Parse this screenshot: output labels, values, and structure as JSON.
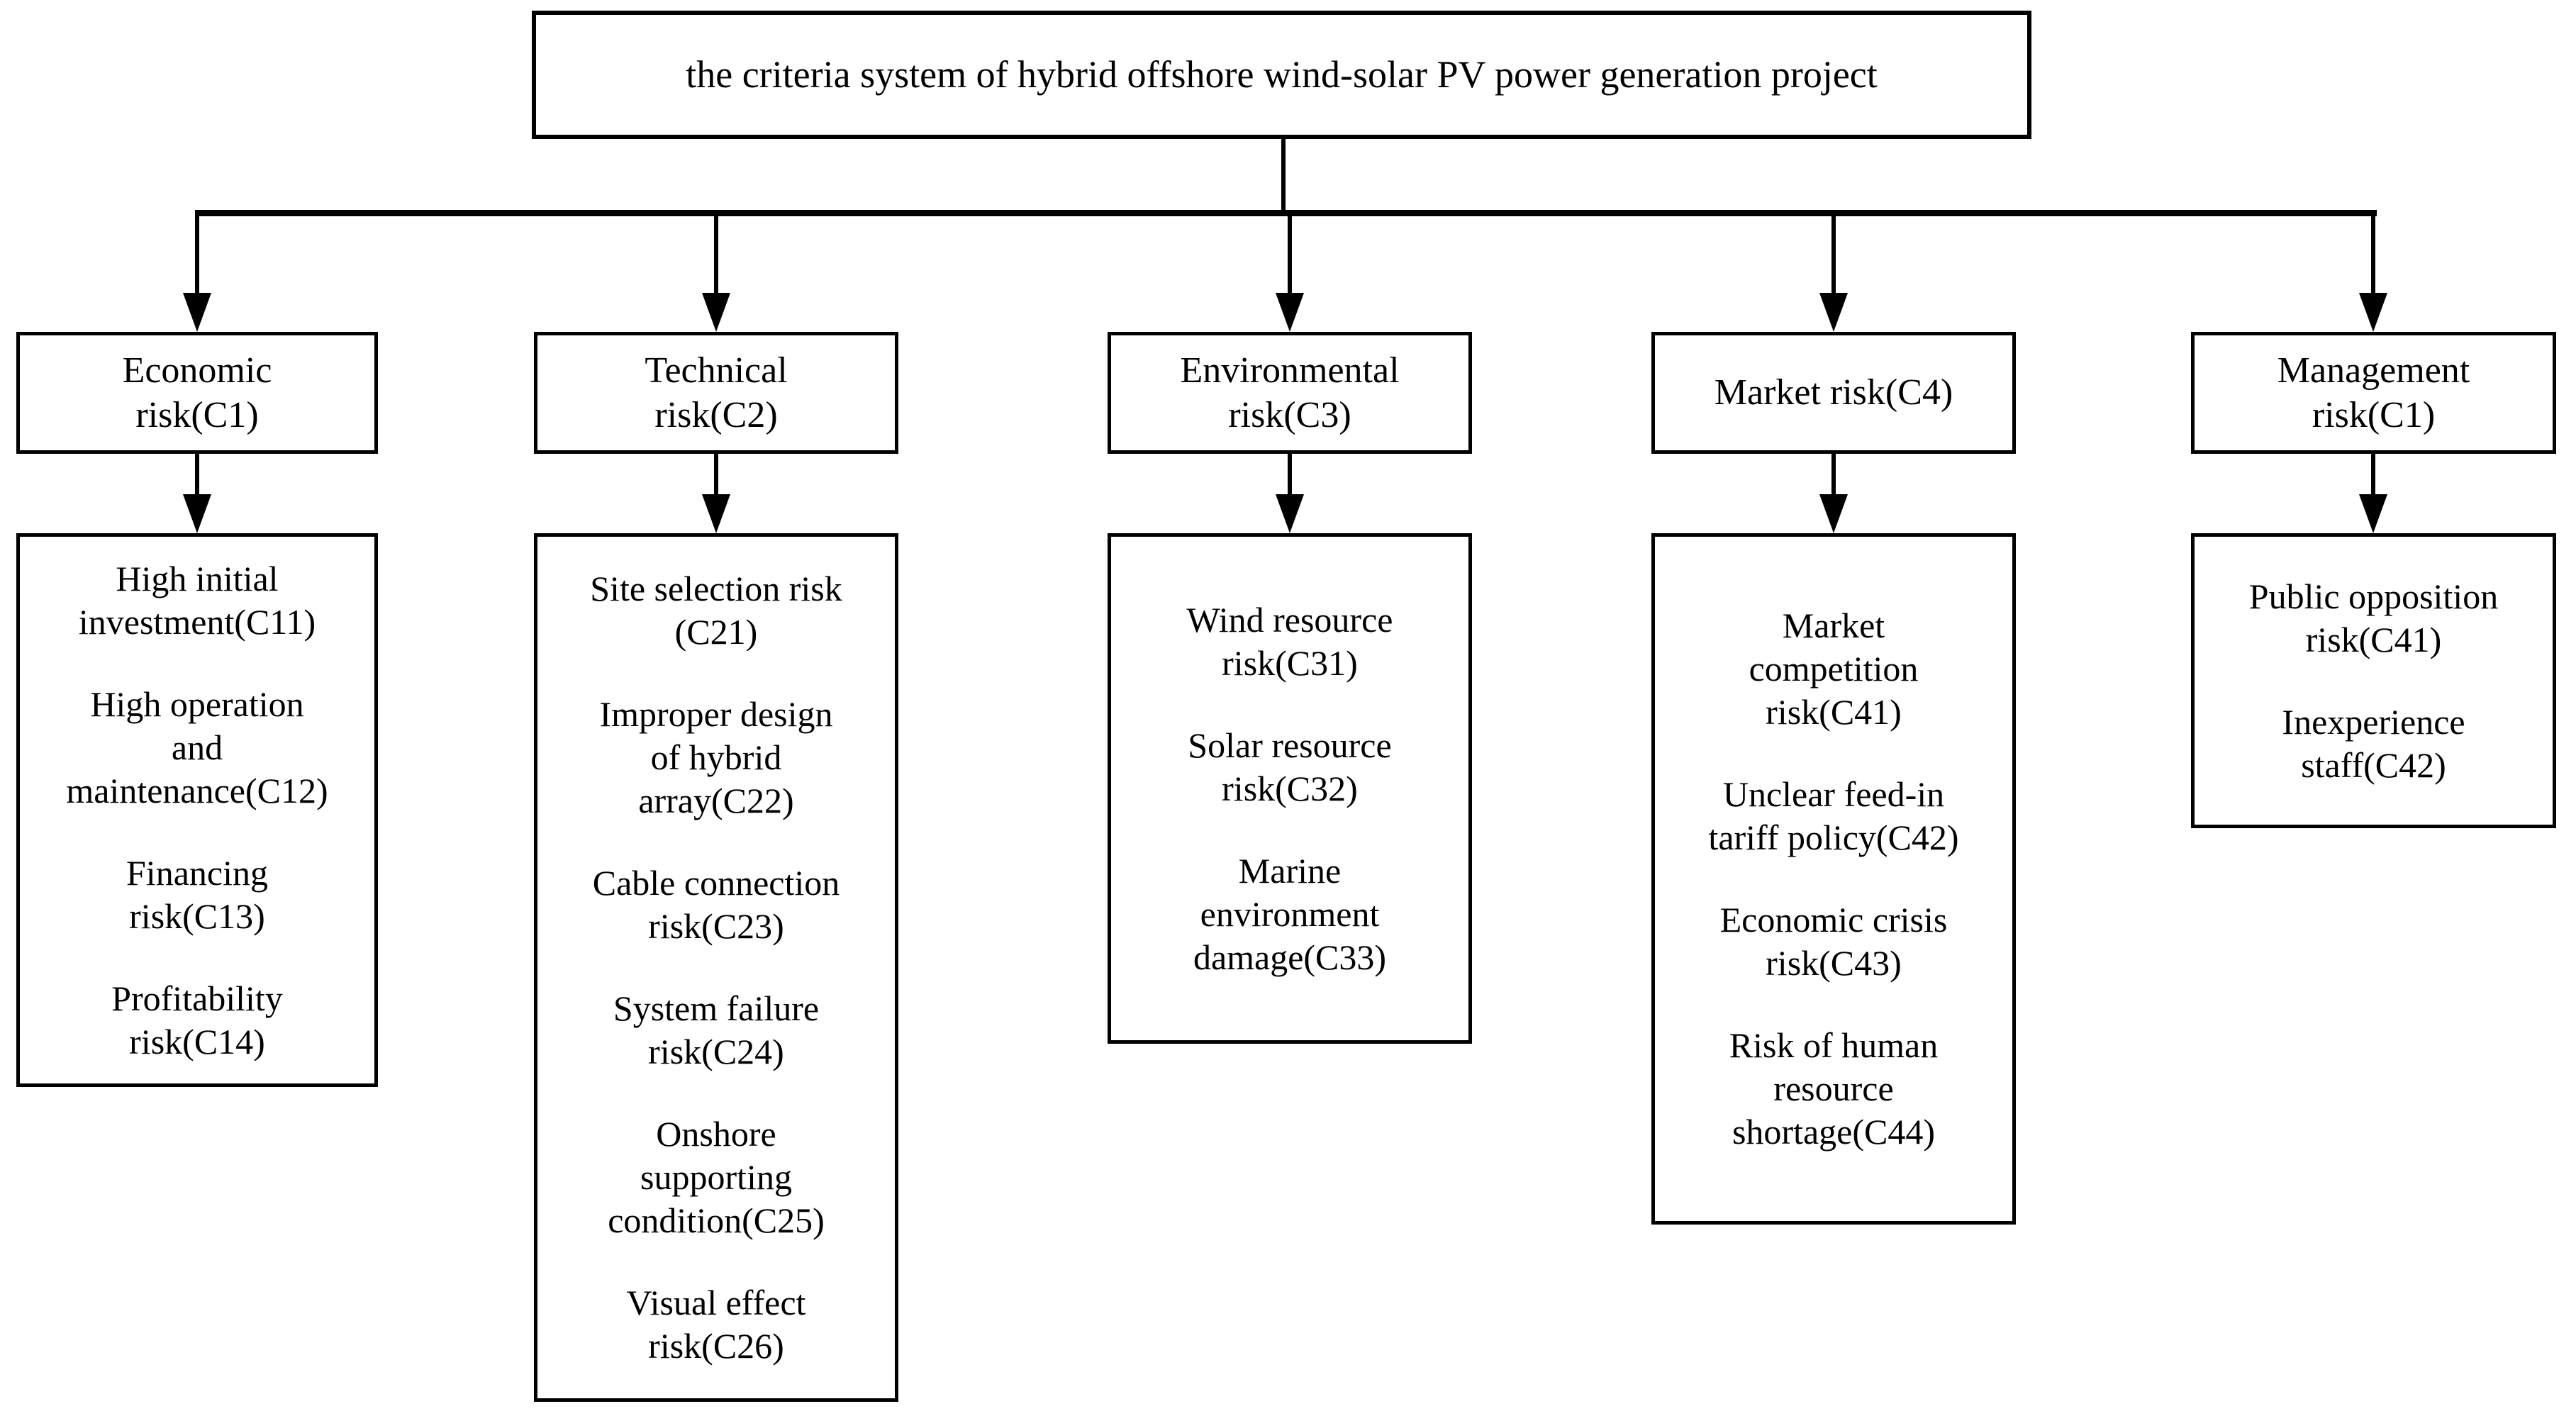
{
  "root": {
    "label": "the criteria system of hybrid offshore wind-solar PV power generation project"
  },
  "columns": [
    {
      "header": "Economic\nrisk(C1)",
      "items": [
        "High initial\ninvestment(C11)",
        "High operation\nand\nmaintenance(C12)",
        "Financing\nrisk(C13)",
        "Profitability\nrisk(C14)"
      ]
    },
    {
      "header": "Technical\nrisk(C2)",
      "items": [
        "Site selection risk\n(C21)",
        "Improper design\nof hybrid\narray(C22)",
        "Cable connection\nrisk(C23)",
        "System failure\nrisk(C24)",
        "Onshore\nsupporting\ncondition(C25)",
        "Visual effect\nrisk(C26)"
      ]
    },
    {
      "header": "Environmental\nrisk(C3)",
      "items": [
        "Wind resource\nrisk(C31)",
        "Solar resource\nrisk(C32)",
        "Marine\nenvironment\ndamage(C33)"
      ]
    },
    {
      "header": "Market risk(C4)",
      "items": [
        "Market\ncompetition\nrisk(C41)",
        "Unclear feed-in\ntariff policy(C42)",
        "Economic crisis\nrisk(C43)",
        "Risk of human\nresource\nshortage(C44)"
      ]
    },
    {
      "header": "Management\nrisk(C1)",
      "items": [
        "Public opposition\nrisk(C41)",
        "Inexperience\nstaff(C42)"
      ]
    }
  ],
  "colors": {
    "line": "#000000",
    "background": "#ffffff",
    "text": "#000000"
  }
}
